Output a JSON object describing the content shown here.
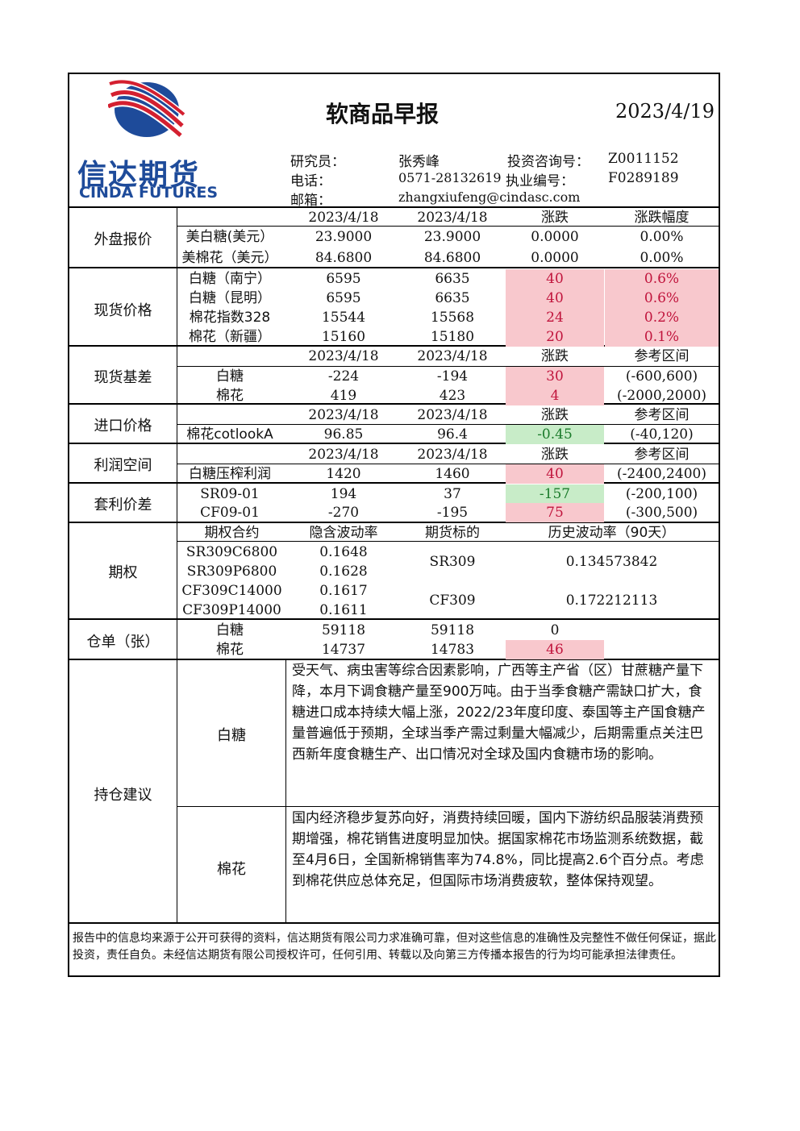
{
  "header": {
    "title": "软商品早报",
    "date": "2023/4/19",
    "logo_cn": "信达期货",
    "logo_en": "CINDA FUTURES",
    "researcher_label": "研究员：",
    "researcher": "张秀峰",
    "advisory_label": "投资咨询号：",
    "advisory_no": "Z0011152",
    "phone_label": "电话：",
    "phone": "0571-28132619",
    "license_label": "执业编号：",
    "license_no": "F0289189",
    "email_label": "邮箱：",
    "email": "zhangxiufeng@cindasc.com"
  },
  "colors": {
    "up": "#f8c8cd",
    "down": "#c8ecc8",
    "logo_red": "#d42030",
    "logo_blue": "#1e4b9a"
  },
  "sections": {
    "waipan": {
      "label": "外盘报价",
      "head": [
        "2023/4/18",
        "2023/4/18",
        "涨跌",
        "涨跌幅度"
      ],
      "rows": [
        [
          "美白糖(美元）",
          "23.9000",
          "23.9000",
          "0.0000",
          "0.00%"
        ],
        [
          "美棉花（美元）",
          "84.6800",
          "84.6800",
          "0.0000",
          "0.00%"
        ]
      ]
    },
    "xianhuo": {
      "label": "现货价格",
      "rows": [
        [
          "白糖（南宁）",
          "6595",
          "6635",
          "40",
          "0.6%"
        ],
        [
          "白糖（昆明）",
          "6595",
          "6635",
          "40",
          "0.6%"
        ],
        [
          "棉花指数328",
          "15544",
          "15568",
          "24",
          "0.2%"
        ],
        [
          "棉花（新疆）",
          "15160",
          "15180",
          "20",
          "0.1%"
        ]
      ]
    },
    "jicha": {
      "label": "现货基差",
      "head": [
        "2023/4/18",
        "2023/4/18",
        "涨跌",
        "参考区间"
      ],
      "rows": [
        [
          "白糖",
          "-224",
          "-194",
          "30",
          "(-600,600)"
        ],
        [
          "棉花",
          "419",
          "423",
          "4",
          "(-2000,2000)"
        ]
      ]
    },
    "jinkou": {
      "label": "进口价格",
      "head": [
        "2023/4/18",
        "2023/4/18",
        "涨跌",
        "参考区间"
      ],
      "rows": [
        [
          "棉花cotlookA",
          "96.85",
          "96.4",
          "-0.45",
          "(-40,120)"
        ]
      ]
    },
    "lirun": {
      "label": "利润空间",
      "head": [
        "2023/4/18",
        "2023/4/18",
        "涨跌",
        "参考区间"
      ],
      "rows": [
        [
          "白糖压榨利润",
          "1420",
          "1460",
          "40",
          "(-2400,2400)"
        ]
      ]
    },
    "taoli": {
      "label": "套利价差",
      "rows": [
        [
          "SR09-01",
          "194",
          "37",
          "-157",
          "(-200,100)"
        ],
        [
          "CF09-01",
          "-270",
          "-195",
          "75",
          "(-300,500)"
        ]
      ]
    },
    "qiquan": {
      "label": "期权",
      "head": [
        "期权合约",
        "隐含波动率",
        "期货标的",
        "历史波动率（90天）"
      ],
      "rows": [
        [
          "SR309C6800",
          "0.1648"
        ],
        [
          "SR309P6800",
          "0.1628"
        ],
        [
          "CF309C14000",
          "0.1617"
        ],
        [
          "CF309P14000",
          "0.1611"
        ]
      ],
      "underlying": [
        [
          "SR309",
          "0.134573842"
        ],
        [
          "CF309",
          "0.172212113"
        ]
      ]
    },
    "cangdan": {
      "label": "仓单（张）",
      "rows": [
        [
          "白糖",
          "59118",
          "59118",
          "0"
        ],
        [
          "棉花",
          "14737",
          "14783",
          "46"
        ]
      ]
    },
    "advice": {
      "label": "持仓建议",
      "sugar_label": "白糖",
      "sugar_text": "受天气、病虫害等综合因素影响，广西等主产省（区）甘蔗糖产量下降，本月下调食糖产量至900万吨。由于当季食糖产需缺口扩大，食糖进口成本持续大幅上涨，2022/23年度印度、泰国等主产国食糖产量普遍低于预期，全球当季产需过剩量大幅减少，后期需重点关注巴西新年度食糖生产、出口情况对全球及国内食糖市场的影响。",
      "cotton_label": "棉花",
      "cotton_text": "国内经济稳步复苏向好，消费持续回暖，国内下游纺织品服装消费预期增强，棉花销售进度明显加快。据国家棉花市场监测系统数据，截至4月6日，全国新棉销售率为74.8%，同比提高2.6个百分点。考虑到棉花供应总体充足，但国际市场消费疲软，整体保持观望。"
    }
  },
  "disclaimer": "报告中的信息均来源于公开可获得的资料，信达期货有限公司力求准确可靠，但对这些信息的准确性及完整性不做任何保证，据此投资，责任自负。未经信达期货有限公司授权许可，任何引用、转载以及向第三方传播本报告的行为均可能承担法律责任。"
}
